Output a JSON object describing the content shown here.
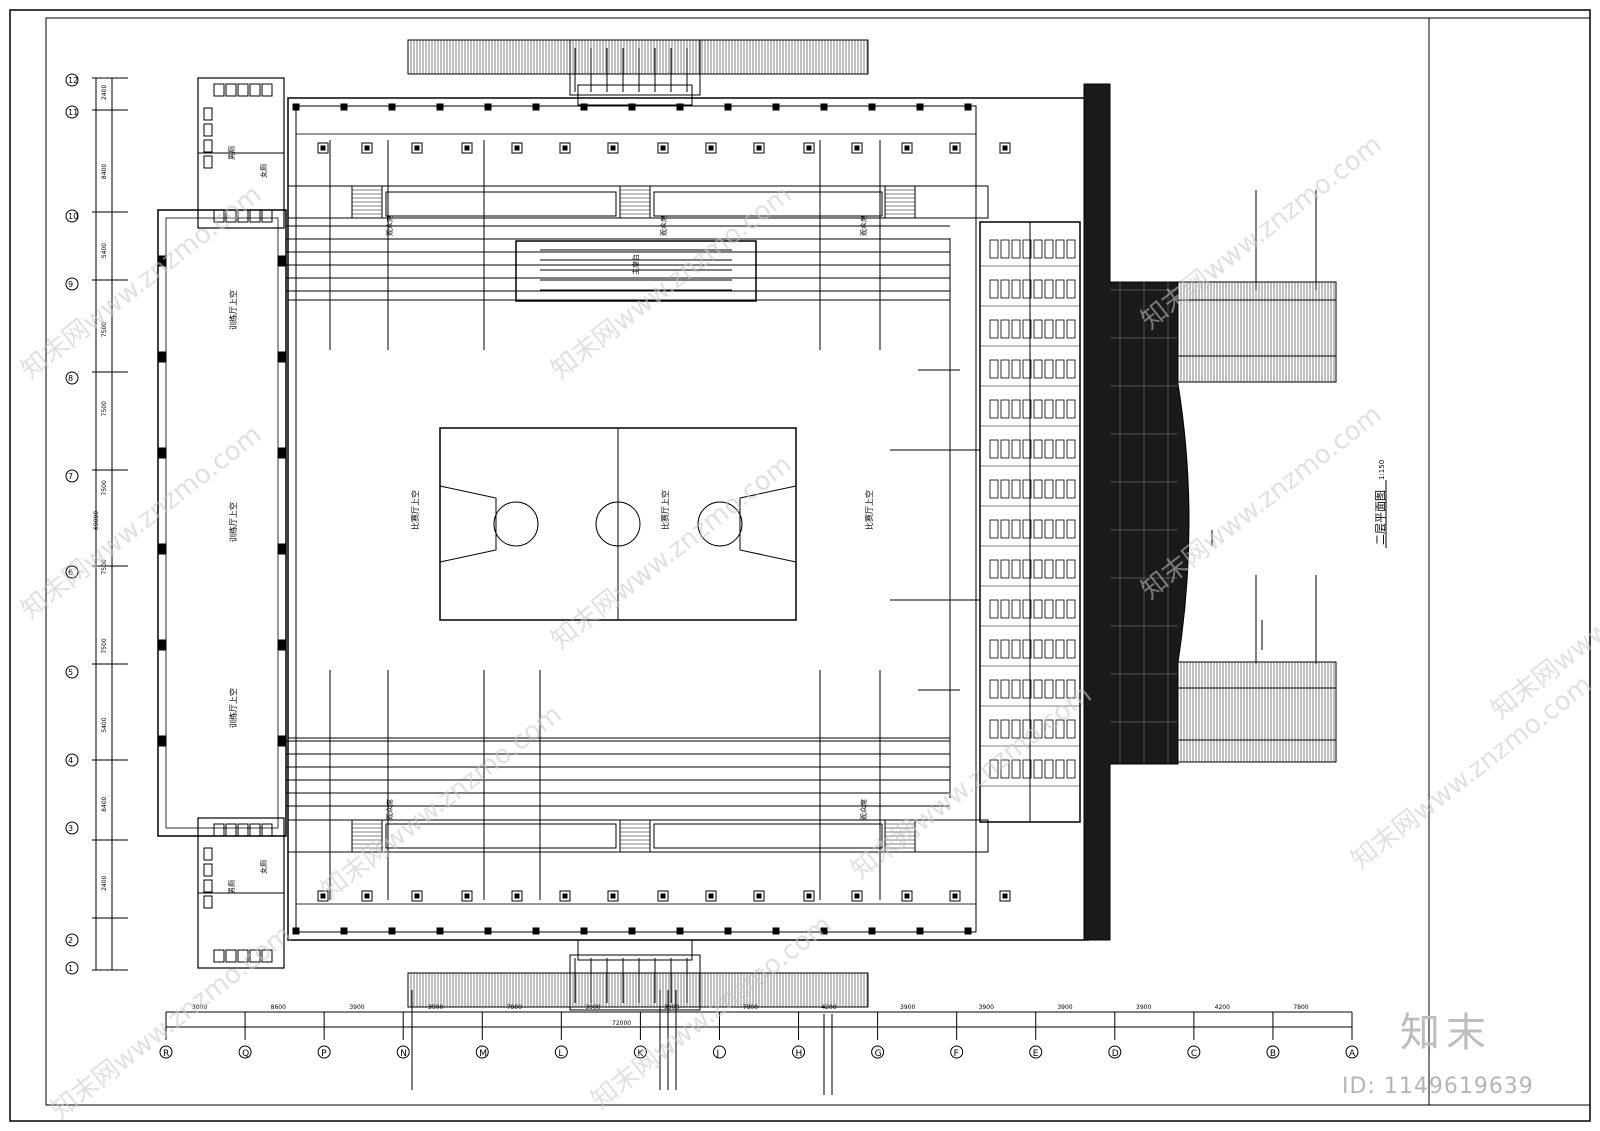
{
  "sheet": {
    "title": "二层平面图",
    "scale": "1:150"
  },
  "rooms": {
    "competition_hall_upper": "比赛厅上空",
    "training_hall_upper": "训练厅上空",
    "audience_seats": "观众席",
    "rostrum": "主席台",
    "toilet_male": "男厕",
    "toilet_female": "女厕"
  },
  "axes": {
    "letters": [
      "R",
      "Q",
      "P",
      "N",
      "M",
      "L",
      "K",
      "J",
      "H",
      "G",
      "F",
      "E",
      "D",
      "C",
      "B",
      "A"
    ],
    "numbers": [
      "1",
      "2",
      "3",
      "4",
      "5",
      "6",
      "7",
      "8",
      "9",
      "10",
      "11",
      "12"
    ],
    "horizontal_dims": [
      "3000",
      "8600",
      "3900",
      "3900",
      "7800",
      "3900",
      "3900",
      "7800",
      "4200",
      "3900",
      "3900",
      "3900",
      "3900",
      "4200",
      "7800"
    ],
    "horizontal_total": "72000",
    "vertical_dims": [
      "2400",
      "8400",
      "5400",
      "7500",
      "7500",
      "7500",
      "7500",
      "7500",
      "5400",
      "8400",
      "2400"
    ],
    "vertical_total": "69000"
  },
  "watermark": {
    "text": "知末网www.znzmo.com",
    "brand": "知末",
    "image_id": "ID: 1149619639"
  }
}
